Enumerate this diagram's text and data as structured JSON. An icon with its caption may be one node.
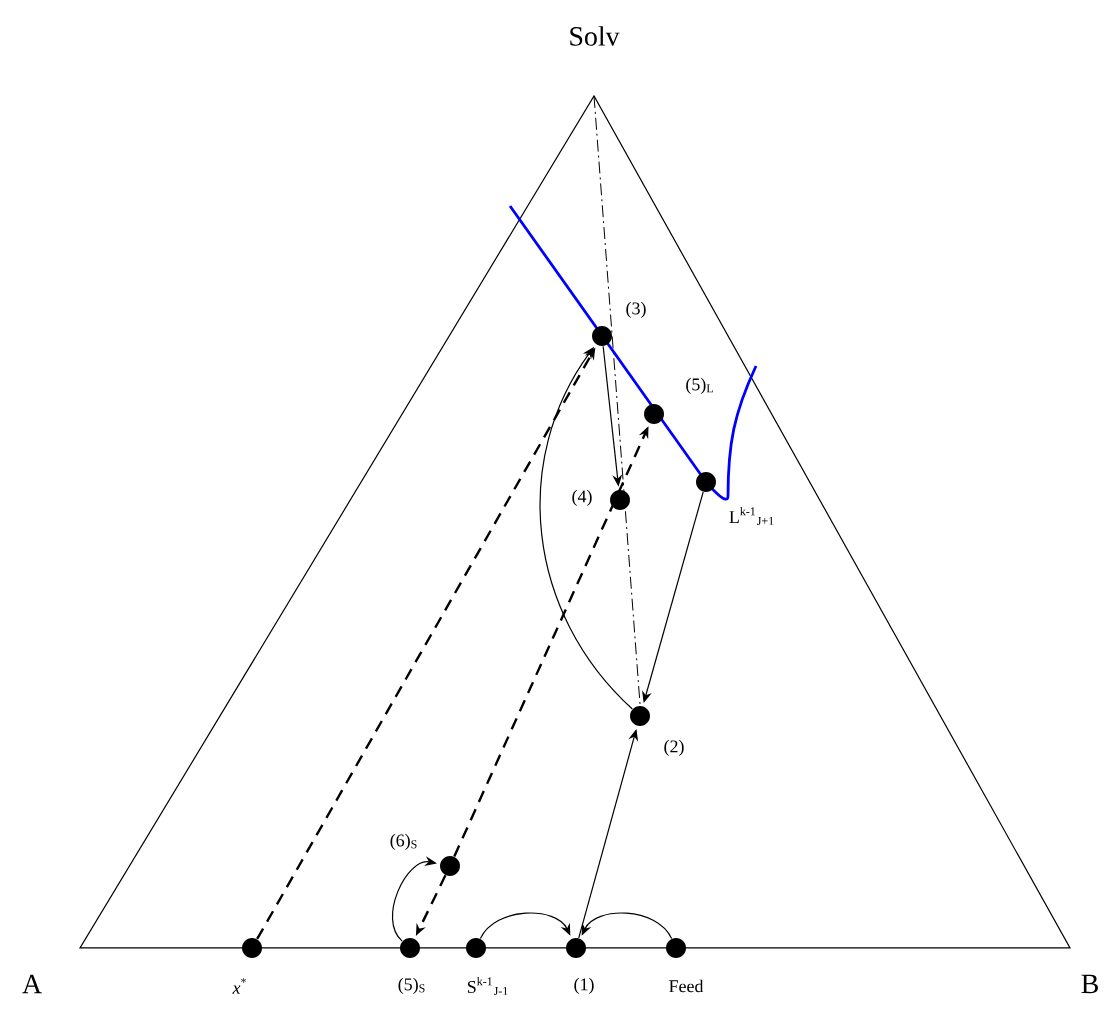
{
  "diagram": {
    "nodes": [
      {
        "text": [],
        "shape": "circle",
        "beside": [
          "(3)"
        ]
      },
      {
        "text": [],
        "shape": "circle",
        "beside": [
          "(5)$_{L}$"
        ]
      },
      {
        "text": [],
        "shape": "circle",
        "beside": [
          "L$^{k-1}$$_{J+1}$"
        ]
      },
      {
        "text": [],
        "shape": "circle",
        "beside": [
          "(4)"
        ]
      },
      {
        "text": [],
        "shape": "circle",
        "beside": [
          "(2)"
        ]
      },
      {
        "text": [],
        "shape": "circle",
        "beside": [
          "(6)$_{S}$"
        ]
      },
      {
        "text": [],
        "shape": "circle",
        "beside": [
          "*x*$^{*}$"
        ]
      },
      {
        "text": [],
        "shape": "circle",
        "beside": [
          "(5)$_{S}$"
        ]
      },
      {
        "text": [],
        "shape": "circle",
        "beside": [
          "S$^{k-1}$$_{J-1}$"
        ]
      },
      {
        "text": [],
        "shape": "circle",
        "beside": [
          "(1)"
        ]
      },
      {
        "text": [],
        "shape": "circle",
        "beside": [
          "Feed"
        ]
      }
    ],
    "edges": [
      {
        "from": 10,
        "to": 9,
        "arrow": "to"
      },
      {
        "from": 8,
        "to": 9,
        "arrow": "to"
      },
      {
        "from": 9,
        "to": 4,
        "arrow": "to"
      },
      {
        "from": 2,
        "to": 4,
        "arrow": "to"
      },
      {
        "from": 4,
        "to": 0,
        "arrow": "to"
      },
      {
        "from": 0,
        "to": 3,
        "arrow": "to"
      },
      {
        "from": 6,
        "to": 0,
        "arrow": "to",
        "style": "dashed"
      },
      {
        "from": 5,
        "to": 1,
        "arrow": "to",
        "style": "dashed"
      },
      {
        "from": 5,
        "to": 7,
        "arrow": "to",
        "style": "dashed"
      },
      {
        "from": 7,
        "to": 5,
        "arrow": "to"
      }
    ],
    "labels": [
      "Solv",
      "A",
      "B"
    ]
  }
}
